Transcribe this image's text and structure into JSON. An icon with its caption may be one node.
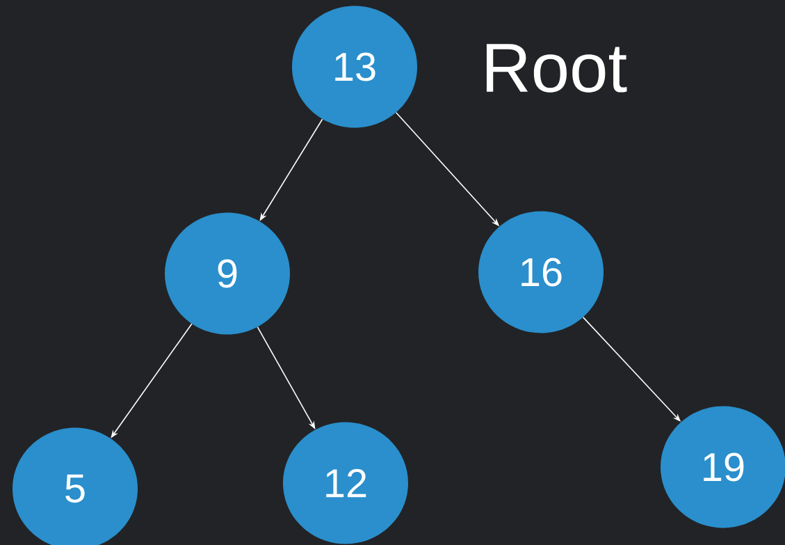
{
  "diagram": {
    "nodes": [
      {
        "text": [
          "13"
        ]
      },
      {
        "text": [
          "9"
        ]
      },
      {
        "text": [
          "16"
        ]
      },
      {
        "text": [
          "5"
        ]
      },
      {
        "text": [
          "12"
        ]
      },
      {
        "text": [
          "19"
        ]
      }
    ],
    "edges": [
      {
        "from": 0,
        "to": 1,
        "arrow": "to"
      },
      {
        "from": 0,
        "to": 2,
        "arrow": "to"
      },
      {
        "from": 1,
        "to": 3,
        "arrow": "to"
      },
      {
        "from": 1,
        "to": 4,
        "arrow": "to"
      },
      {
        "from": 2,
        "to": 5,
        "arrow": "to"
      }
    ],
    "labels": [
      "Root"
    ]
  }
}
